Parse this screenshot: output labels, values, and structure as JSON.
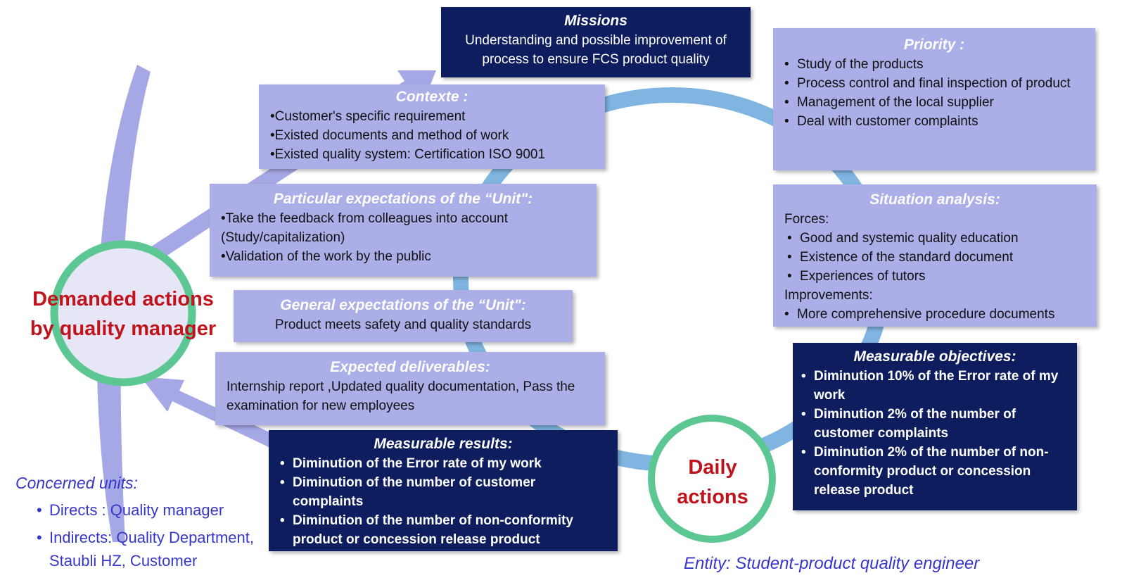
{
  "missions": {
    "title": "Missions",
    "text": "Understanding and possible improvement of process to ensure FCS product quality"
  },
  "contexte": {
    "title": "Contexte :",
    "items": [
      "Customer's specific requirement",
      "Existed documents and method of work",
      "Existed quality system: Certification ISO 9001"
    ]
  },
  "particular": {
    "title": "Particular expectations of the “Unit\":",
    "items": [
      "Take the feedback from colleagues into account (Study/capitalization)",
      "Validation of the work by the public"
    ]
  },
  "general": {
    "title": "General expectations of the “Unit\":",
    "text": "Product meets safety and quality standards"
  },
  "deliverables": {
    "title": "Expected deliverables:",
    "text": "Internship report ,Updated quality documentation, Pass the examination for new employees"
  },
  "results": {
    "title": "Measurable results:",
    "items": [
      "Diminution of the Error rate of my work",
      "Diminution of the number of customer complaints",
      "Diminution of the number of non-conformity product or concession release product"
    ]
  },
  "priority": {
    "title": "Priority :",
    "items": [
      "Study of the products",
      "Process control and final inspection of product",
      "Management of the local supplier",
      "Deal with customer complaints"
    ]
  },
  "situation": {
    "title": "Situation analysis:",
    "forces_label": "Forces:",
    "forces": [
      "Good and systemic quality education",
      "Existence of the standard document",
      "Experiences of tutors"
    ],
    "improvements_label": "Improvements:",
    "improvements": [
      "More comprehensive procedure documents"
    ]
  },
  "objectives": {
    "title": "Measurable objectives:",
    "items": [
      "Diminution 10% of the Error rate of my work",
      "Diminution 2% of the number of customer complaints",
      "Diminution 2% of the number of non-conformity product or concession release product"
    ]
  },
  "demanded": {
    "line1": "Demanded actions",
    "line2": "by quality manager"
  },
  "daily": {
    "line1": "Daily",
    "line2": "actions"
  },
  "concerned": {
    "title": "Concerned units:",
    "items": [
      "Directs : Quality manager",
      "Indirects: Quality Department, Staubli HZ, Customer"
    ]
  },
  "entity": "Entity: Student-product quality engineer",
  "colors": {
    "light_box": "#acaee8",
    "dark_box": "#0e1d5e",
    "cycle_arrow": "#7fb5e0",
    "circle_ring": "#5cc793",
    "red_text": "#c0141c",
    "blue_text": "#3636c9"
  }
}
